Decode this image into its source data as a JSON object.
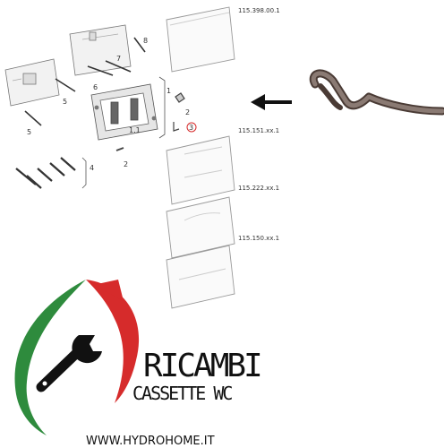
{
  "diagram": {
    "part_codes": [
      "115.398.00.1",
      "115.151.xx.1",
      "115.222.xx.1",
      "115.150.xx.1"
    ],
    "callouts": [
      "1",
      "1.1",
      "2",
      "2",
      "3",
      "4",
      "5",
      "5",
      "6",
      "7",
      "8"
    ]
  },
  "brand": {
    "line1": "RICAMBI",
    "line2": "CASSETTE WC",
    "url": "WWW.HYDROHOME.IT",
    "colors": {
      "green": "#2e8b3d",
      "red": "#d62b2b",
      "dark": "#111111"
    }
  },
  "icons": [
    "wrench-icon",
    "arrow-left-icon",
    "spring-clip-icon"
  ]
}
